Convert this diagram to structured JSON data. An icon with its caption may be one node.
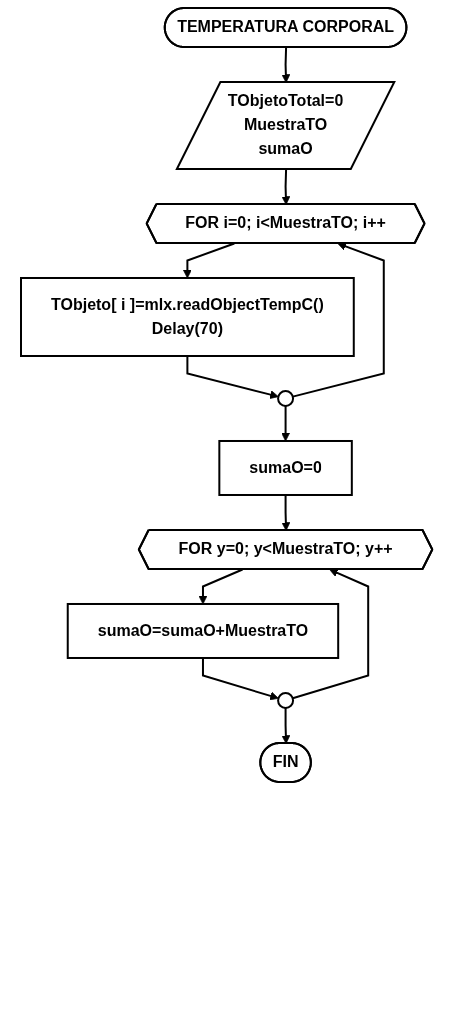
{
  "diagram": {
    "nodes": [
      {
        "text": [
          "TEMPERATURA CORPORAL"
        ]
      },
      {
        "text": [
          "TObjetoTotal=0",
          "MuestraTO",
          "sumaO"
        ]
      },
      {
        "text": [
          "FOR i=0; i<MuestraTO; i++"
        ]
      },
      {
        "text": [
          "TObjeto[ i ]=mlx.readObjectTempC()",
          "Delay(70)"
        ]
      },
      {
        "text": [],
        "shape": "circle"
      },
      {
        "text": [
          "sumaO=0"
        ]
      },
      {
        "text": [
          "FOR y=0; y<MuestraTO; y++"
        ]
      },
      {
        "text": [
          "sumaO=sumaO+MuestraTO"
        ]
      },
      {
        "text": [],
        "shape": "circle"
      },
      {
        "text": [
          "FIN"
        ]
      }
    ],
    "edges": [
      {
        "from": 0,
        "to": 1,
        "arrow": "to"
      },
      {
        "from": 1,
        "to": 2,
        "arrow": "to"
      },
      {
        "from": 2,
        "to": 3,
        "arrow": "to"
      },
      {
        "from": 3,
        "to": 4,
        "arrow": "to"
      },
      {
        "from": 4,
        "to": 2,
        "arrow": "to"
      },
      {
        "from": 4,
        "to": 5,
        "arrow": "to"
      },
      {
        "from": 5,
        "to": 6,
        "arrow": "to"
      },
      {
        "from": 6,
        "to": 7,
        "arrow": "to"
      },
      {
        "from": 7,
        "to": 8,
        "arrow": "to"
      },
      {
        "from": 8,
        "to": 6,
        "arrow": "to"
      },
      {
        "from": 8,
        "to": 9,
        "arrow": "to"
      }
    ]
  }
}
